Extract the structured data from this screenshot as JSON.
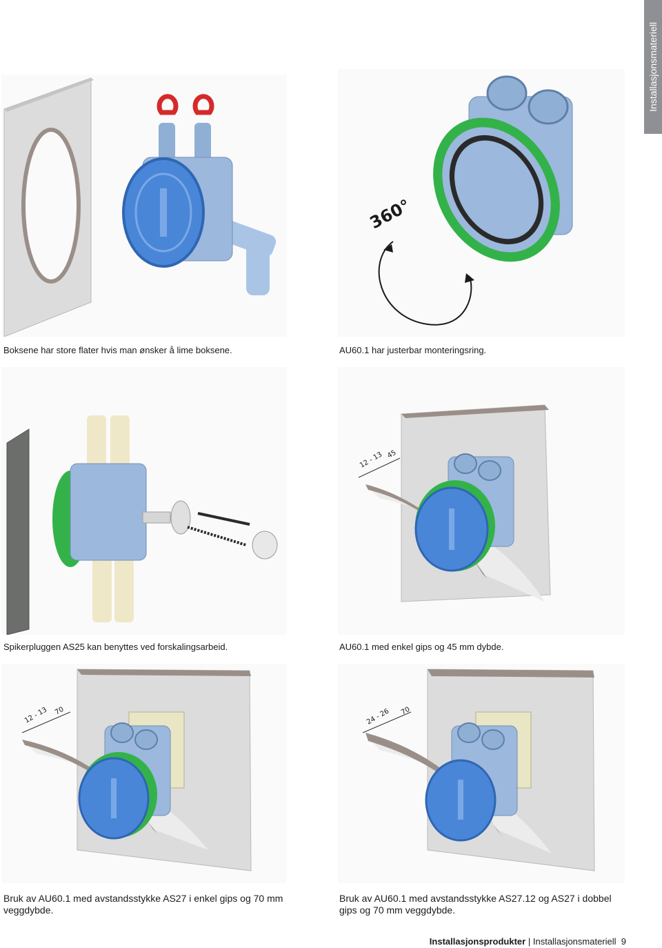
{
  "side_tab": {
    "label": "Installasjonsmateriell"
  },
  "figures": [
    {
      "caption": "Boksene har store flater hvis man ønsker å lime boksene."
    },
    {
      "caption": "AU60.1 har justerbar monteringsring.",
      "angle_label": "360°"
    },
    {
      "caption": "Spikerpluggen AS25 kan benyttes ved forskalingsarbeid."
    },
    {
      "caption": "AU60.1 med enkel gips og 45 mm dybde.",
      "dim_labels": [
        "12 - 13",
        "45"
      ]
    },
    {
      "caption": "Bruk av AU60.1 med avstandsstykke AS27 i enkel gips og 70 mm veggdybde.",
      "dim_labels": [
        "12 - 13",
        "70"
      ]
    },
    {
      "caption": "Bruk av AU60.1 med avstandsstykke AS27.12 og AS27 i dobbel gips og 70 mm veggdybde.",
      "dim_labels": [
        "24 - 26",
        "70"
      ]
    }
  ],
  "footer": {
    "section": "Installasjonsprodukter",
    "separator": "|",
    "subsection": "Installasjonsmateriell",
    "page": "9"
  },
  "colors": {
    "box_blue": "#8fb0d4",
    "cover_blue": "#4a86d8",
    "ring_green": "#33b24a",
    "wall_gray": "#dcdcdc",
    "gips_edge": "#9a8f88"
  }
}
